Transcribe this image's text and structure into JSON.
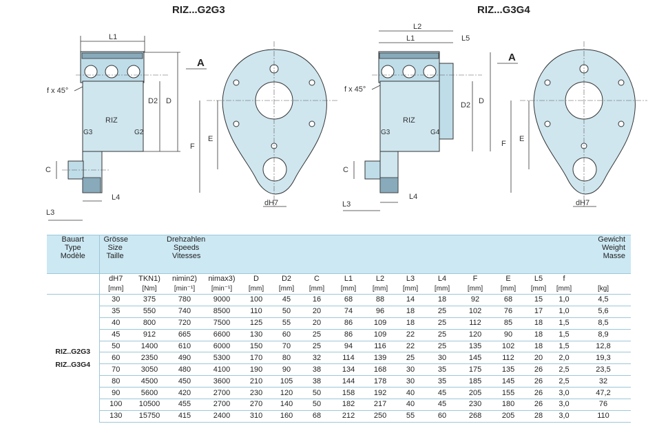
{
  "titles": {
    "left": "RIZ...G2G3",
    "right": "RIZ...G3G4"
  },
  "drawing_labels": {
    "L1": "L1",
    "L2": "L2",
    "L3": "L3",
    "L4": "L4",
    "L5": "L5",
    "D": "D",
    "D2": "D2",
    "C": "C",
    "F": "F",
    "E": "E",
    "dH7": "dH7",
    "chamfer": "f x 45°",
    "riz": "RIZ",
    "g2": "G2",
    "g3": "G3",
    "g4": "G4",
    "view_a": "A"
  },
  "table": {
    "header": {
      "type": [
        "Bauart",
        "Type",
        "Modèle"
      ],
      "size": [
        "Grösse",
        "Size",
        "Taille"
      ],
      "speeds": [
        "Drehzahlen",
        "Speeds",
        "Vitesses"
      ],
      "weight": [
        "Gewicht",
        "Weight",
        "Masse"
      ]
    },
    "symbols": [
      "dH7",
      "TKN1)",
      "nimin2)",
      "nimax3)",
      "D",
      "D2",
      "C",
      "L1",
      "L2",
      "L3",
      "L4",
      "F",
      "E",
      "L5",
      "f",
      ""
    ],
    "units": [
      "[mm]",
      "[Nm]",
      "[min⁻¹]",
      "[min⁻¹]",
      "[mm]",
      "[mm]",
      "[mm]",
      "[mm]",
      "[mm]",
      "[mm]",
      "[mm]",
      "[mm]",
      "[mm]",
      "[mm]",
      "[mm]",
      "[kg]"
    ],
    "types": [
      "RIZ..G2G3",
      "RIZ..G3G4"
    ],
    "rows": [
      [
        "30",
        "375",
        "780",
        "9000",
        "100",
        "45",
        "16",
        "68",
        "88",
        "14",
        "18",
        "92",
        "68",
        "15",
        "1,0",
        "4,5"
      ],
      [
        "35",
        "550",
        "740",
        "8500",
        "110",
        "50",
        "20",
        "74",
        "96",
        "18",
        "25",
        "102",
        "76",
        "17",
        "1,0",
        "5,6"
      ],
      [
        "40",
        "800",
        "720",
        "7500",
        "125",
        "55",
        "20",
        "86",
        "109",
        "18",
        "25",
        "112",
        "85",
        "18",
        "1,5",
        "8,5"
      ],
      [
        "45",
        "912",
        "665",
        "6600",
        "130",
        "60",
        "25",
        "86",
        "109",
        "22",
        "25",
        "120",
        "90",
        "18",
        "1,5",
        "8,9"
      ],
      [
        "50",
        "1400",
        "610",
        "6000",
        "150",
        "70",
        "25",
        "94",
        "116",
        "22",
        "25",
        "135",
        "102",
        "18",
        "1,5",
        "12,8"
      ],
      [
        "60",
        "2350",
        "490",
        "5300",
        "170",
        "80",
        "32",
        "114",
        "139",
        "25",
        "30",
        "145",
        "112",
        "20",
        "2,0",
        "19,3"
      ],
      [
        "70",
        "3050",
        "480",
        "4100",
        "190",
        "90",
        "38",
        "134",
        "168",
        "30",
        "35",
        "175",
        "135",
        "26",
        "2,5",
        "23,5"
      ],
      [
        "80",
        "4500",
        "450",
        "3600",
        "210",
        "105",
        "38",
        "144",
        "178",
        "30",
        "35",
        "185",
        "145",
        "26",
        "2,5",
        "32"
      ],
      [
        "90",
        "5600",
        "420",
        "2700",
        "230",
        "120",
        "50",
        "158",
        "192",
        "40",
        "45",
        "205",
        "155",
        "26",
        "3,0",
        "47,2"
      ],
      [
        "100",
        "10500",
        "455",
        "2700",
        "270",
        "140",
        "50",
        "182",
        "217",
        "40",
        "45",
        "230",
        "180",
        "26",
        "3,0",
        "76"
      ],
      [
        "130",
        "15750",
        "415",
        "2400",
        "310",
        "160",
        "68",
        "212",
        "250",
        "55",
        "60",
        "268",
        "205",
        "28",
        "3,0",
        "110"
      ]
    ]
  }
}
